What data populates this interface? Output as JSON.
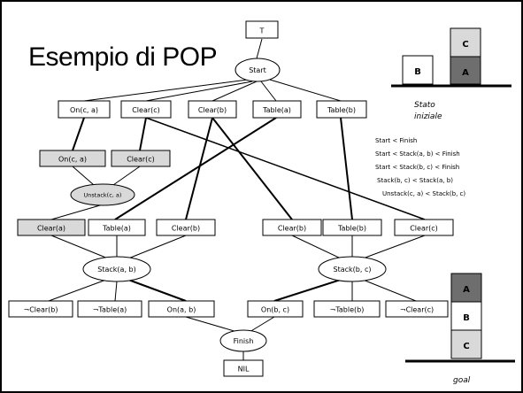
{
  "title": "Esempio di POP",
  "top_box": "T",
  "start": "Start",
  "finish": "Finish",
  "nil": "NIL",
  "row1": [
    "On(c, a)",
    "Clear(c)",
    "Clear(b)",
    "Table(a)",
    "Table(b)"
  ],
  "unstack_pre": [
    "On(c, a)",
    "Clear(c)"
  ],
  "unstack": "Unstack(c, a)",
  "stack_ab_pre": [
    "Clear(a)",
    "Table(a)",
    "Clear(b)"
  ],
  "stack_bc_pre": [
    "Clear(b)",
    "Table(b)",
    "Clear(c)"
  ],
  "stack_ab": "Stack(a, b)",
  "stack_bc": "Stack(b, c)",
  "stack_ab_eff": [
    "¬Clear(b)",
    "¬Table(a)",
    "On(a, b)"
  ],
  "stack_bc_eff": [
    "On(b, c)",
    "¬Table(b)",
    "¬Clear(c)"
  ],
  "initial_state": {
    "caption_line1": "Stato",
    "caption_line2": "iniziale",
    "blocks": [
      "B",
      "C",
      "A"
    ]
  },
  "goal_state": {
    "caption": "goal",
    "blocks": [
      "A",
      "B",
      "C"
    ]
  },
  "constraints": [
    "Start < Finish",
    "Start < Stack(a, b) < Finish",
    "Start < Stack(b, c) < Finish",
    "Stack(b, c) < Stack(a, b)",
    "Unstack(c, a) < Stack(b, c)"
  ],
  "colors": {
    "shaded": "#d9d9d9",
    "dark_block": "#6e6e6e",
    "line": "#000000"
  }
}
